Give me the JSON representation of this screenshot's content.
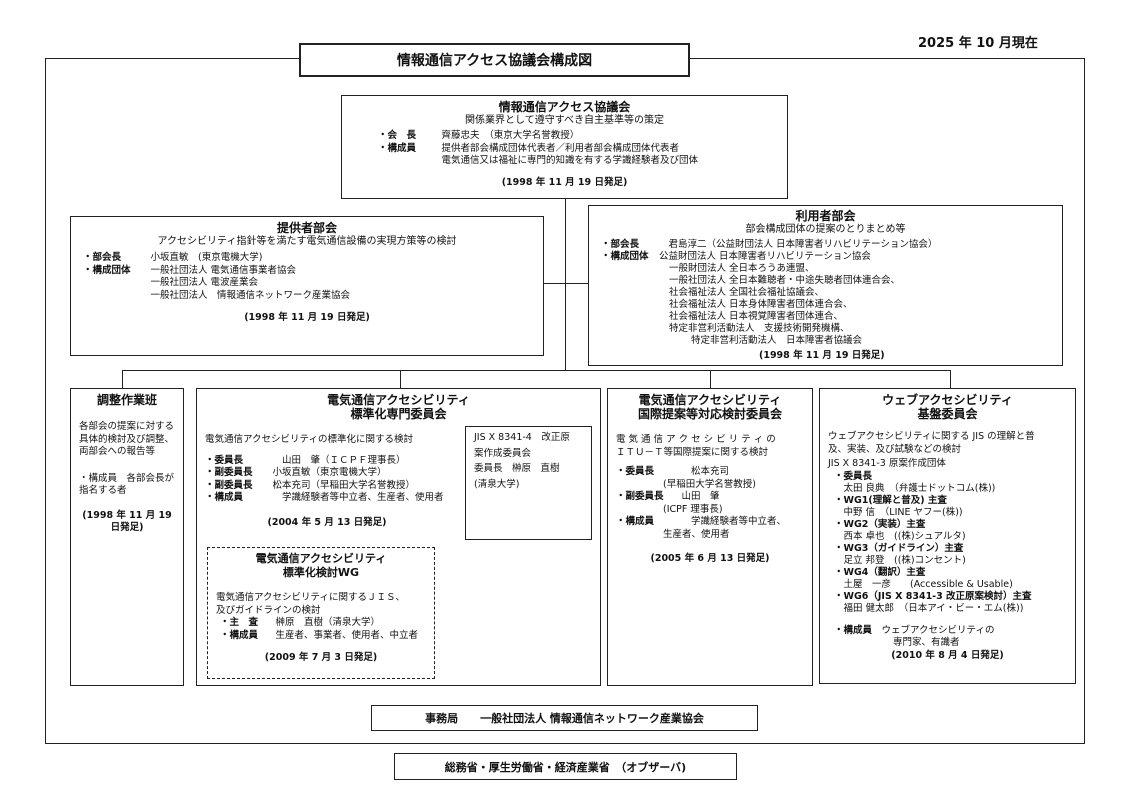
{
  "date_label": "2025 年 10 月現在",
  "page_title": "情報通信アクセス協議会構成図",
  "council": {
    "title": "情報通信アクセス協議会",
    "subtitle": "関係業界として遵守すべき自主基準等の策定",
    "chair_key": "・会　長",
    "chair_val": "　齊藤忠夫　（東京大学名誉教授）",
    "members_key": "・構成員",
    "members_val": [
      "　提供者部会構成団体代表者／利用者部会構成団体代表者",
      "　電気通信又は福祉に専門的知識を有する学識経験者及び団体"
    ],
    "established": "(1998 年 11 月 19 日発足)"
  },
  "provider": {
    "title": "提供者部会",
    "subtitle": "アクセシビリティ指針等を満たす電気通信設備の実現方策等の検討",
    "head_key": "・部会長",
    "head_val": "　小坂直敏　(東京電機大学)",
    "orgs_key": "・構成団体",
    "orgs": [
      "　一般社団法人 電気通信事業者協会",
      "　一般社団法人 電波産業会",
      "　一般社団法人　情報通信ネットワーク産業協会"
    ],
    "established": "(1998 年 11 月 19 日発足)"
  },
  "user": {
    "title": "利用者部会",
    "subtitle": "部会構成団体の提案のとりまとめ等",
    "head_key": "・部会長",
    "head_val": "　君島淳二（公益財団法人 日本障害者リハビリテーション協会）",
    "orgs_key": "・構成団体",
    "orgs": [
      "公益財団法人 日本障害者リハビリテーション協会",
      "一般財団法人 全日本ろうあ連盟、",
      "一般社団法人 全日本難聴者・中途失聴者団体連合会、",
      "社会福祉法人 全国社会福祉協議会、",
      "社会福祉法人 日本身体障害者団体連合会、",
      "社会福祉法人 日本視覚障害者団体連合、",
      "特定非営利活動法人　支援技術開発機構、",
      "特定非営利活動法人　日本障害者協議会"
    ],
    "established": "(1998 年 11 月 19 日発足)"
  },
  "coord": {
    "title": "調整作業班",
    "desc": "各部会の提案に対する具体的検討及び調整、両部会への報告等",
    "member_text": "・構成員　各部会長が指名する者",
    "established": "(1998 年 11 月 19 日発足)"
  },
  "std": {
    "title_line1": "電気通信アクセシビリティ",
    "title_line2": "標準化専門委員会",
    "subtitle": "電気通信アクセシビリティの標準化に関する検討",
    "rows": [
      {
        "k": "・委員長",
        "v": "　　山田　肇（ＩＣＰＦ理事長）"
      },
      {
        "k": "・副委員長",
        "v": "　小坂直敏（東京電機大学）"
      },
      {
        "k": "・副委員長",
        "v": "　松本充司（早稲田大学名誉教授）"
      },
      {
        "k": "・構成員",
        "v": "　　学識経験者等中立者、生産者、使用者"
      }
    ],
    "established": "(2004 年 5 月 13 日発足)",
    "jis_lines": [
      "JIS X 8341-4　改正原",
      "案作成委員会",
      "委員長　榊原　直樹",
      "(清泉大学)"
    ]
  },
  "wg": {
    "title_line1": "電気通信アクセシビリティ",
    "title_line2": "標準化検討WG",
    "desc_lines": [
      "電気通信アクセシビリティに関するＪＩＳ、",
      "及びガイドラインの検討"
    ],
    "rows": [
      {
        "k": "・主　査",
        "v": "　榊原　直樹（清泉大学）"
      },
      {
        "k": "・構成員",
        "v": "　生産者、事業者、使用者、中立者"
      }
    ],
    "established": "(2009 年 7 月 3 日発足)"
  },
  "intl": {
    "title_line1": "電気通信アクセシビリティ",
    "title_line2": "国際提案等対応検討委員会",
    "desc_lines": [
      "電 気 通 信 ア ク セ シ ビ リ テ ィ の",
      "ＩＴＵ－Ｔ等国際提案に関する検討"
    ],
    "rows": [
      {
        "k": "・委員長",
        "v": "　　松本充司"
      },
      {
        "k": "",
        "v": "　　　　　　(早稲田大学名誉教授)"
      },
      {
        "k": "・副委員長",
        "v": "　山田　肇"
      },
      {
        "k": "",
        "v": "　　　　　　(ICPF 理事長)"
      },
      {
        "k": "・構成員",
        "v": "　　学識経験者等中立者、"
      },
      {
        "k": "",
        "v": "　　　　　　生産者、使用者"
      }
    ],
    "established": "(2005 年 6 月 13 日発足)"
  },
  "web": {
    "title_line1": "ウェブアクセシビリティ",
    "title_line2": "基盤委員会",
    "desc_lines": [
      "ウェブアクセシビリティに関する JIS の理解と普",
      "及、実装、及び試験などの検討"
    ],
    "sub": "JIS X 8341-3 原案作成団体",
    "lines": [
      {
        "t": "・委員長",
        "b": true
      },
      {
        "t": "　太田 良典　（弁護士ドットコム(株))",
        "b": false
      },
      {
        "t": "・WG1(理解と普及) 主査",
        "b": true
      },
      {
        "t": "　中野 信　（LINE ヤフー(株))",
        "b": false
      },
      {
        "t": "・WG2（実装）主査",
        "b": true
      },
      {
        "t": "　西本 卓也　((株)シュアルタ)",
        "b": false
      },
      {
        "t": "・WG3（ガイドライン）主査",
        "b": true
      },
      {
        "t": "　足立 邦登　((株)コンセント)",
        "b": false
      },
      {
        "t": "・WG4（翻訳）主査",
        "b": true
      },
      {
        "t": "　土屋　一彦　　(Accessible & Usable)",
        "b": false
      },
      {
        "t": "・WG6（JIS X 8341-3 改正原案検討）主査",
        "b": true
      },
      {
        "t": "　福田 健太郎　（日本アイ・ビー・エム(株))",
        "b": false
      }
    ],
    "member_key": "・構成員",
    "member_lines": [
      "　ウェブアクセシビリティの",
      "　　専門家、有識者"
    ],
    "established": "(2010 年 8 月 4 日発足)"
  },
  "secretariat": "事務局　　一般社団法人 情報通信ネットワーク産業協会",
  "observer": "総務省・厚生労働省・経済産業省　（オブザーバ)"
}
